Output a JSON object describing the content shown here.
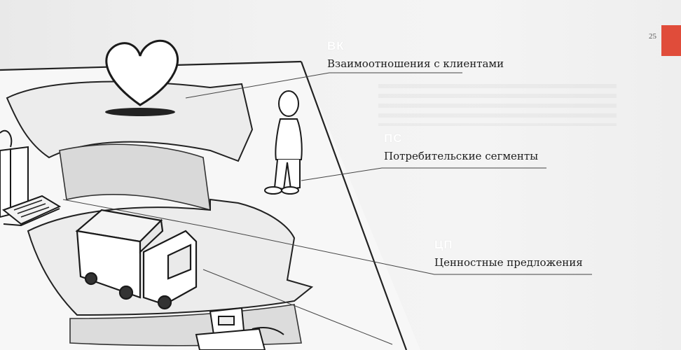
{
  "page_number": "25",
  "accent_color": "#e04c3a",
  "blocks": [
    {
      "abbr": "ВК",
      "label": "Взаимоотношения с клиентами"
    },
    {
      "abbr": "ПС",
      "label": "Потребительские сегменты"
    },
    {
      "abbr": "ЦП",
      "label": "Ценностные предложения"
    }
  ],
  "illustrations": [
    "heart-icon",
    "person-icon",
    "truck-icon",
    "gift-box-icon",
    "laptop-icon",
    "robot-icon"
  ]
}
